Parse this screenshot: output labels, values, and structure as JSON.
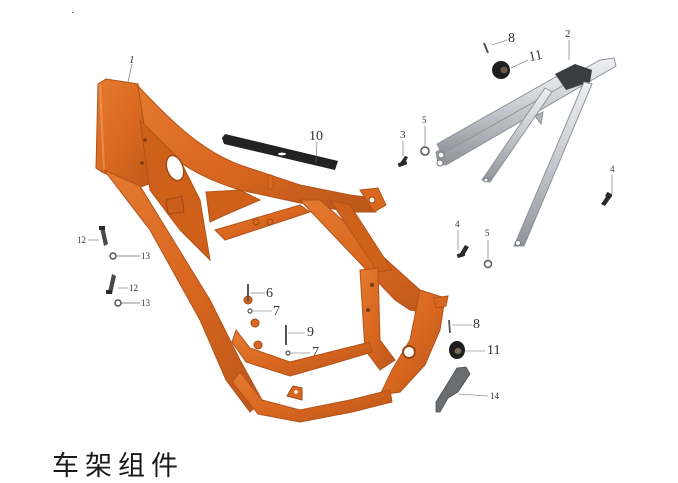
{
  "title": "车架组件",
  "colors": {
    "frame_orange": "#d9671f",
    "frame_orange_dark": "#b2521a",
    "frame_orange_light": "#ea8a45",
    "subframe_silver": "#c9ccd1",
    "subframe_dark": "#8e939a",
    "fastener_dark": "#2a2a2a",
    "strip_black": "#222222",
    "guard_grey": "#6b6e70",
    "leader_line": "#666666",
    "label_text": "#333333",
    "background": "#ffffff"
  },
  "parts": [
    {
      "id": "1",
      "name": "main-frame",
      "label": "1"
    },
    {
      "id": "2",
      "name": "rear-subframe",
      "label": "2"
    },
    {
      "id": "3",
      "name": "subframe-bolt-upper",
      "label": "3"
    },
    {
      "id": "4a",
      "name": "subframe-bolt-lower-left",
      "label": "4"
    },
    {
      "id": "4b",
      "name": "subframe-bolt-right",
      "label": "4"
    },
    {
      "id": "5a",
      "name": "washer-upper",
      "label": "5"
    },
    {
      "id": "5b",
      "name": "washer-lower",
      "label": "5"
    },
    {
      "id": "6",
      "name": "bolt-6",
      "label": "6"
    },
    {
      "id": "7a",
      "name": "nut-7-upper",
      "label": "7"
    },
    {
      "id": "7b",
      "name": "nut-7-lower",
      "label": "7"
    },
    {
      "id": "8a",
      "name": "pin-8-upper",
      "label": "8"
    },
    {
      "id": "8b",
      "name": "pin-8-lower",
      "label": "8"
    },
    {
      "id": "9",
      "name": "bolt-9",
      "label": "9"
    },
    {
      "id": "10",
      "name": "rubber-strip",
      "label": "10"
    },
    {
      "id": "11a",
      "name": "roller-upper",
      "label": "11"
    },
    {
      "id": "11b",
      "name": "roller-lower",
      "label": "11"
    },
    {
      "id": "12a",
      "name": "bolt-12-upper",
      "label": "12"
    },
    {
      "id": "12b",
      "name": "bolt-12-lower",
      "label": "12"
    },
    {
      "id": "13a",
      "name": "washer-13-upper",
      "label": "13"
    },
    {
      "id": "13b",
      "name": "washer-13-lower",
      "label": "13"
    },
    {
      "id": "14",
      "name": "chain-guide",
      "label": "14"
    }
  ],
  "callouts": {
    "c1": "1",
    "c2": "2",
    "c3": "3",
    "c4a": "4",
    "c4b": "4",
    "c5a": "5",
    "c5b": "5",
    "c6": "6",
    "c7a": "7",
    "c7b": "7",
    "c8a": "8",
    "c8b": "8",
    "c9": "9",
    "c10": "10",
    "c11a": "11",
    "c11b": "11",
    "c12a": "12",
    "c12b": "12",
    "c13a": "13",
    "c13b": "13",
    "c14": "14"
  }
}
